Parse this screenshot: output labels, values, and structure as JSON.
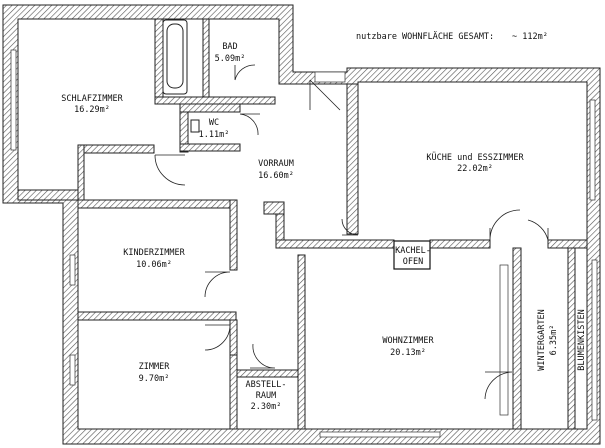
{
  "header": {
    "total_label": "nutzbare WOHNFLÄCHE GESAMT:",
    "total_value": "~ 112m²"
  },
  "rooms": {
    "schlafzimmer": {
      "name": "SCHLAFZIMMER",
      "area": "16.29m²"
    },
    "bad": {
      "name": "BAD",
      "area": "5.09m²"
    },
    "wc": {
      "name": "WC",
      "area": "1.11m²"
    },
    "vorraum": {
      "name": "VORRAUM",
      "area": "16.60m²"
    },
    "kueche": {
      "name": "KÜCHE und ESSZIMMER",
      "area": "22.02m²"
    },
    "kachelofen": {
      "line1": "KACHEL-",
      "line2": "OFEN"
    },
    "kinderzimmer": {
      "name": "KINDERZIMMER",
      "area": "10.06m²"
    },
    "zimmer": {
      "name": "ZIMMER",
      "area": "9.70m²"
    },
    "abstellraum": {
      "line1": "ABSTELL-",
      "line2": "RAUM",
      "area": "2.30m²"
    },
    "wohnzimmer": {
      "name": "WOHNZIMMER",
      "area": "20.13m²"
    },
    "wintergarten": {
      "name": "WINTERGARTEN",
      "area": "6.35m²"
    },
    "blumenkisten": {
      "name": "BLUMENKISTEN"
    }
  }
}
